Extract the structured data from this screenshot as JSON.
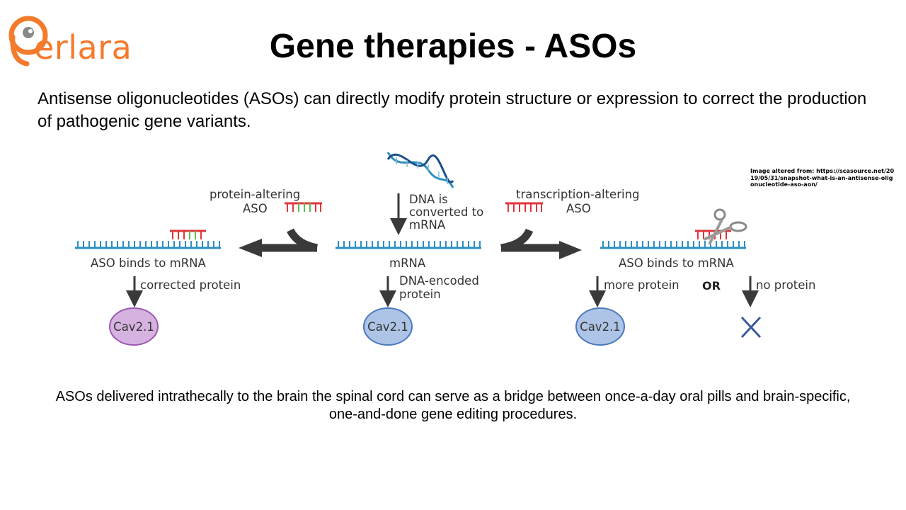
{
  "logo": {
    "text": "erlara",
    "brand_color": "#f47a2c"
  },
  "title": "Gene therapies - ASOs",
  "intro": "Antisense oligonucleotides (ASOs) can directly modify protein structure or expression to correct the production of pathogenic gene variants.",
  "credit": "Image altered from: https://scasource.net/2019/05/31/snapshot-what-is-an-antisense-oligonucleotide-aso-aon/",
  "diagram": {
    "left": {
      "aso_label_1": "protein-altering",
      "aso_label_2": "ASO",
      "binds_label": "ASO binds to mRNA",
      "result_label": "corrected protein",
      "protein": "Cav2.1",
      "protein_color": "#d6b2e0"
    },
    "center": {
      "dna_label_1": "DNA is",
      "dna_label_2": "converted to",
      "dna_label_3": "mRNA",
      "mrna_label": "mRNA",
      "result_label_1": "DNA-encoded",
      "result_label_2": "protein",
      "protein": "Cav2.1",
      "protein_color": "#aec4e6"
    },
    "right": {
      "aso_label_1": "transcription-altering",
      "aso_label_2": "ASO",
      "binds_label": "ASO binds to mRNA",
      "result_more": "more protein",
      "or_label": "OR",
      "result_none": "no protein",
      "protein": "Cav2.1",
      "protein_color": "#aec4e6"
    },
    "colors": {
      "strand": "#2e8fc0",
      "aso_red": "#e0353c",
      "aso_green": "#5bbf4a",
      "arrow": "#3a3a3a",
      "cross": "#3b5a9a"
    }
  },
  "bottom": "ASOs delivered intrathecally to the brain the spinal cord can serve as a bridge between once-a-day oral pills and brain-specific, one-and-done gene editing procedures."
}
